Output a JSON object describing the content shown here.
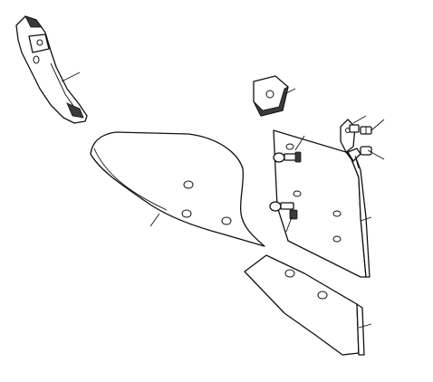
{
  "diagram": {
    "colors": {
      "line": "#111111",
      "fill": "#ffffff",
      "shade": "#3a3a3a",
      "background": "#ffffff"
    },
    "parts": [
      {
        "name": "frog-bracket",
        "callouts": 1
      },
      {
        "name": "wear-block",
        "callouts": 1
      },
      {
        "name": "mouldboard",
        "callouts": 1
      },
      {
        "name": "landside-plate",
        "callouts": 1
      },
      {
        "name": "bolt-set",
        "callouts": 6
      },
      {
        "name": "share-blade",
        "callouts": 1
      }
    ]
  }
}
